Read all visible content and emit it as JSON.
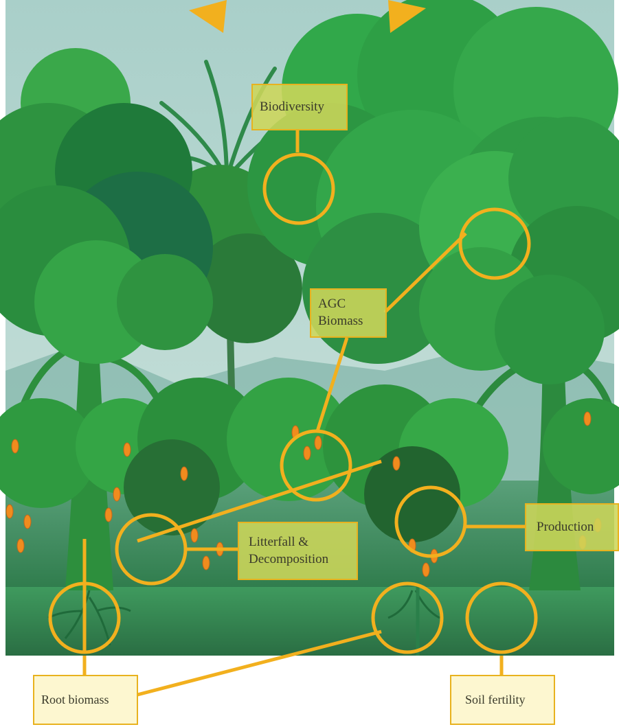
{
  "labels": {
    "biodiversity": "Biodiversity",
    "agc_biomass_line1": "AGC",
    "agc_biomass_line2": "Biomass",
    "litterfall_line1": "Litterfall &",
    "litterfall_line2": "Decomposition",
    "production": "Production",
    "root_biomass": "Root biomass",
    "soil_fertility": "Soil fertility"
  },
  "colors": {
    "accent": "#f2b01e",
    "label_fill_on_image": "#cdd65a",
    "label_fill_below": "#fdf7d0",
    "sky": "#b3d4cf",
    "ground": "#2e7d46",
    "soil": "#3a8a55",
    "cocoa_pod": "#f08c1e"
  }
}
